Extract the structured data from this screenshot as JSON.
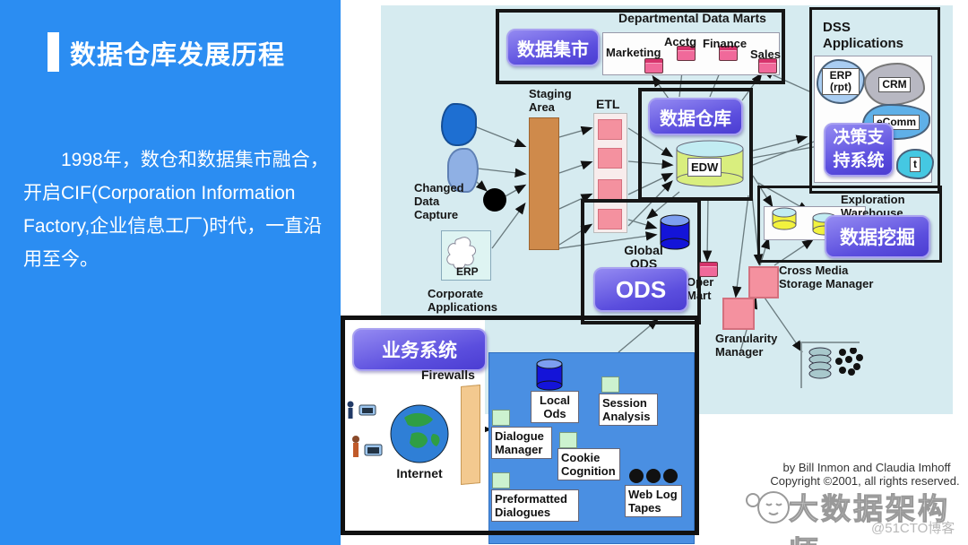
{
  "left_panel": {
    "title": "数据仓库发展历程",
    "body": "1998年，数仓和数据集市融合，开启CIF(Corporation Information Factory,企业信息工厂)时代，一直沿用至今。"
  },
  "diagram": {
    "marts": {
      "title": "Departmental Data Marts",
      "tag": "数据集市",
      "items": [
        "Marketing",
        "Acctg",
        "Finance",
        "Sales"
      ]
    },
    "dss": {
      "title": "DSS Applications",
      "tag": "决策支持系统",
      "erp": "ERP (rpt)",
      "crm": "CRM",
      "ecomm": "eComm",
      "partial": "t"
    },
    "dw": {
      "tag": "数据仓库",
      "edw": "EDW"
    },
    "staging": {
      "label": "Staging Area"
    },
    "etl": {
      "label": "ETL"
    },
    "cdc": {
      "label": "Changed Data Capture"
    },
    "corporate": {
      "erp": "ERP",
      "label": "Corporate Applications"
    },
    "ods": {
      "global": "Global ODS",
      "tag": "ODS"
    },
    "oper_mart": "Oper Mart",
    "granularity": "Granularity Manager",
    "cross_media": "Cross Media Storage Manager",
    "exploration": {
      "title": "Exploration Warehouse",
      "tag": "数据挖掘"
    },
    "biz": {
      "tag": "业务系统",
      "firewalls": "Firewalls",
      "internet": "Internet",
      "local_ods": "Local Ods",
      "session": "Session Analysis",
      "dialogue": "Dialogue Manager",
      "cookie": "Cookie Cognition",
      "weblog": "Web Log Tapes",
      "preformatted": "Preformatted Dialogues"
    },
    "credit_line1": "by Bill Inmon and Claudia Imhoff",
    "credit_line2": "Copyright ©2001, all rights reserved."
  },
  "watermark": {
    "name": "大数据架构师",
    "handle": "@51CTO博客"
  },
  "colors": {
    "accent_blue": "#2b8df2",
    "diagram_bg": "#d6ebf0",
    "tag_purple": "#5a4cd8",
    "pink": "#f4919f",
    "staging_orange": "#cf8a4b",
    "panel_blue": "#4a8fe2",
    "edw_body": "#d9ee7e",
    "edw_top": "#c2ecf2",
    "ods_cyl": "#1414d8",
    "expl_cyl": "#f2f23e"
  }
}
